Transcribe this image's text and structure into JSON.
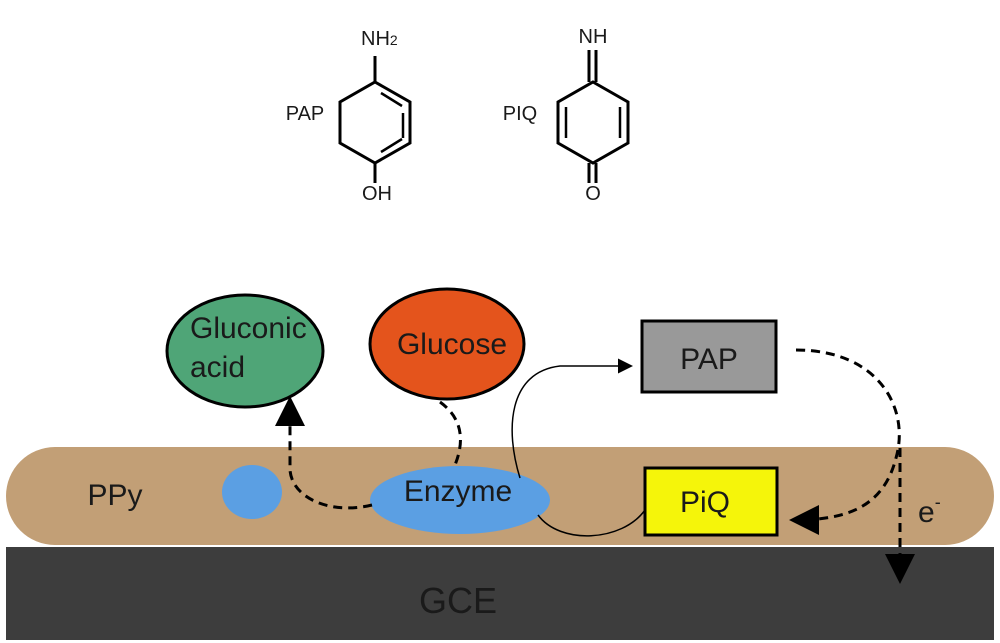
{
  "molecules": {
    "pap": {
      "name": "PAP",
      "top_group": "NH",
      "top_sub": "2",
      "bottom_group": "OH"
    },
    "piq": {
      "name": "PIQ",
      "top_group": "NH",
      "bottom_group": "O"
    }
  },
  "diagram": {
    "gluconic_line1": "Gluconic",
    "gluconic_line2": "acid",
    "glucose": "Glucose",
    "enzyme": "Enzyme",
    "pap_box": "PAP",
    "piq_box": "PiQ",
    "ppy": "PPy",
    "gce": "GCE",
    "electron": "e",
    "electron_sup": "-"
  },
  "colors": {
    "gluconic_fill": "#4fa577",
    "glucose_fill": "#e4541c",
    "enzyme_fill": "#5b9fe3",
    "pap_box_fill": "#999999",
    "piq_box_fill": "#f5f50a",
    "ppy_fill": "#c29f76",
    "gce_fill": "#3d3d3d"
  }
}
